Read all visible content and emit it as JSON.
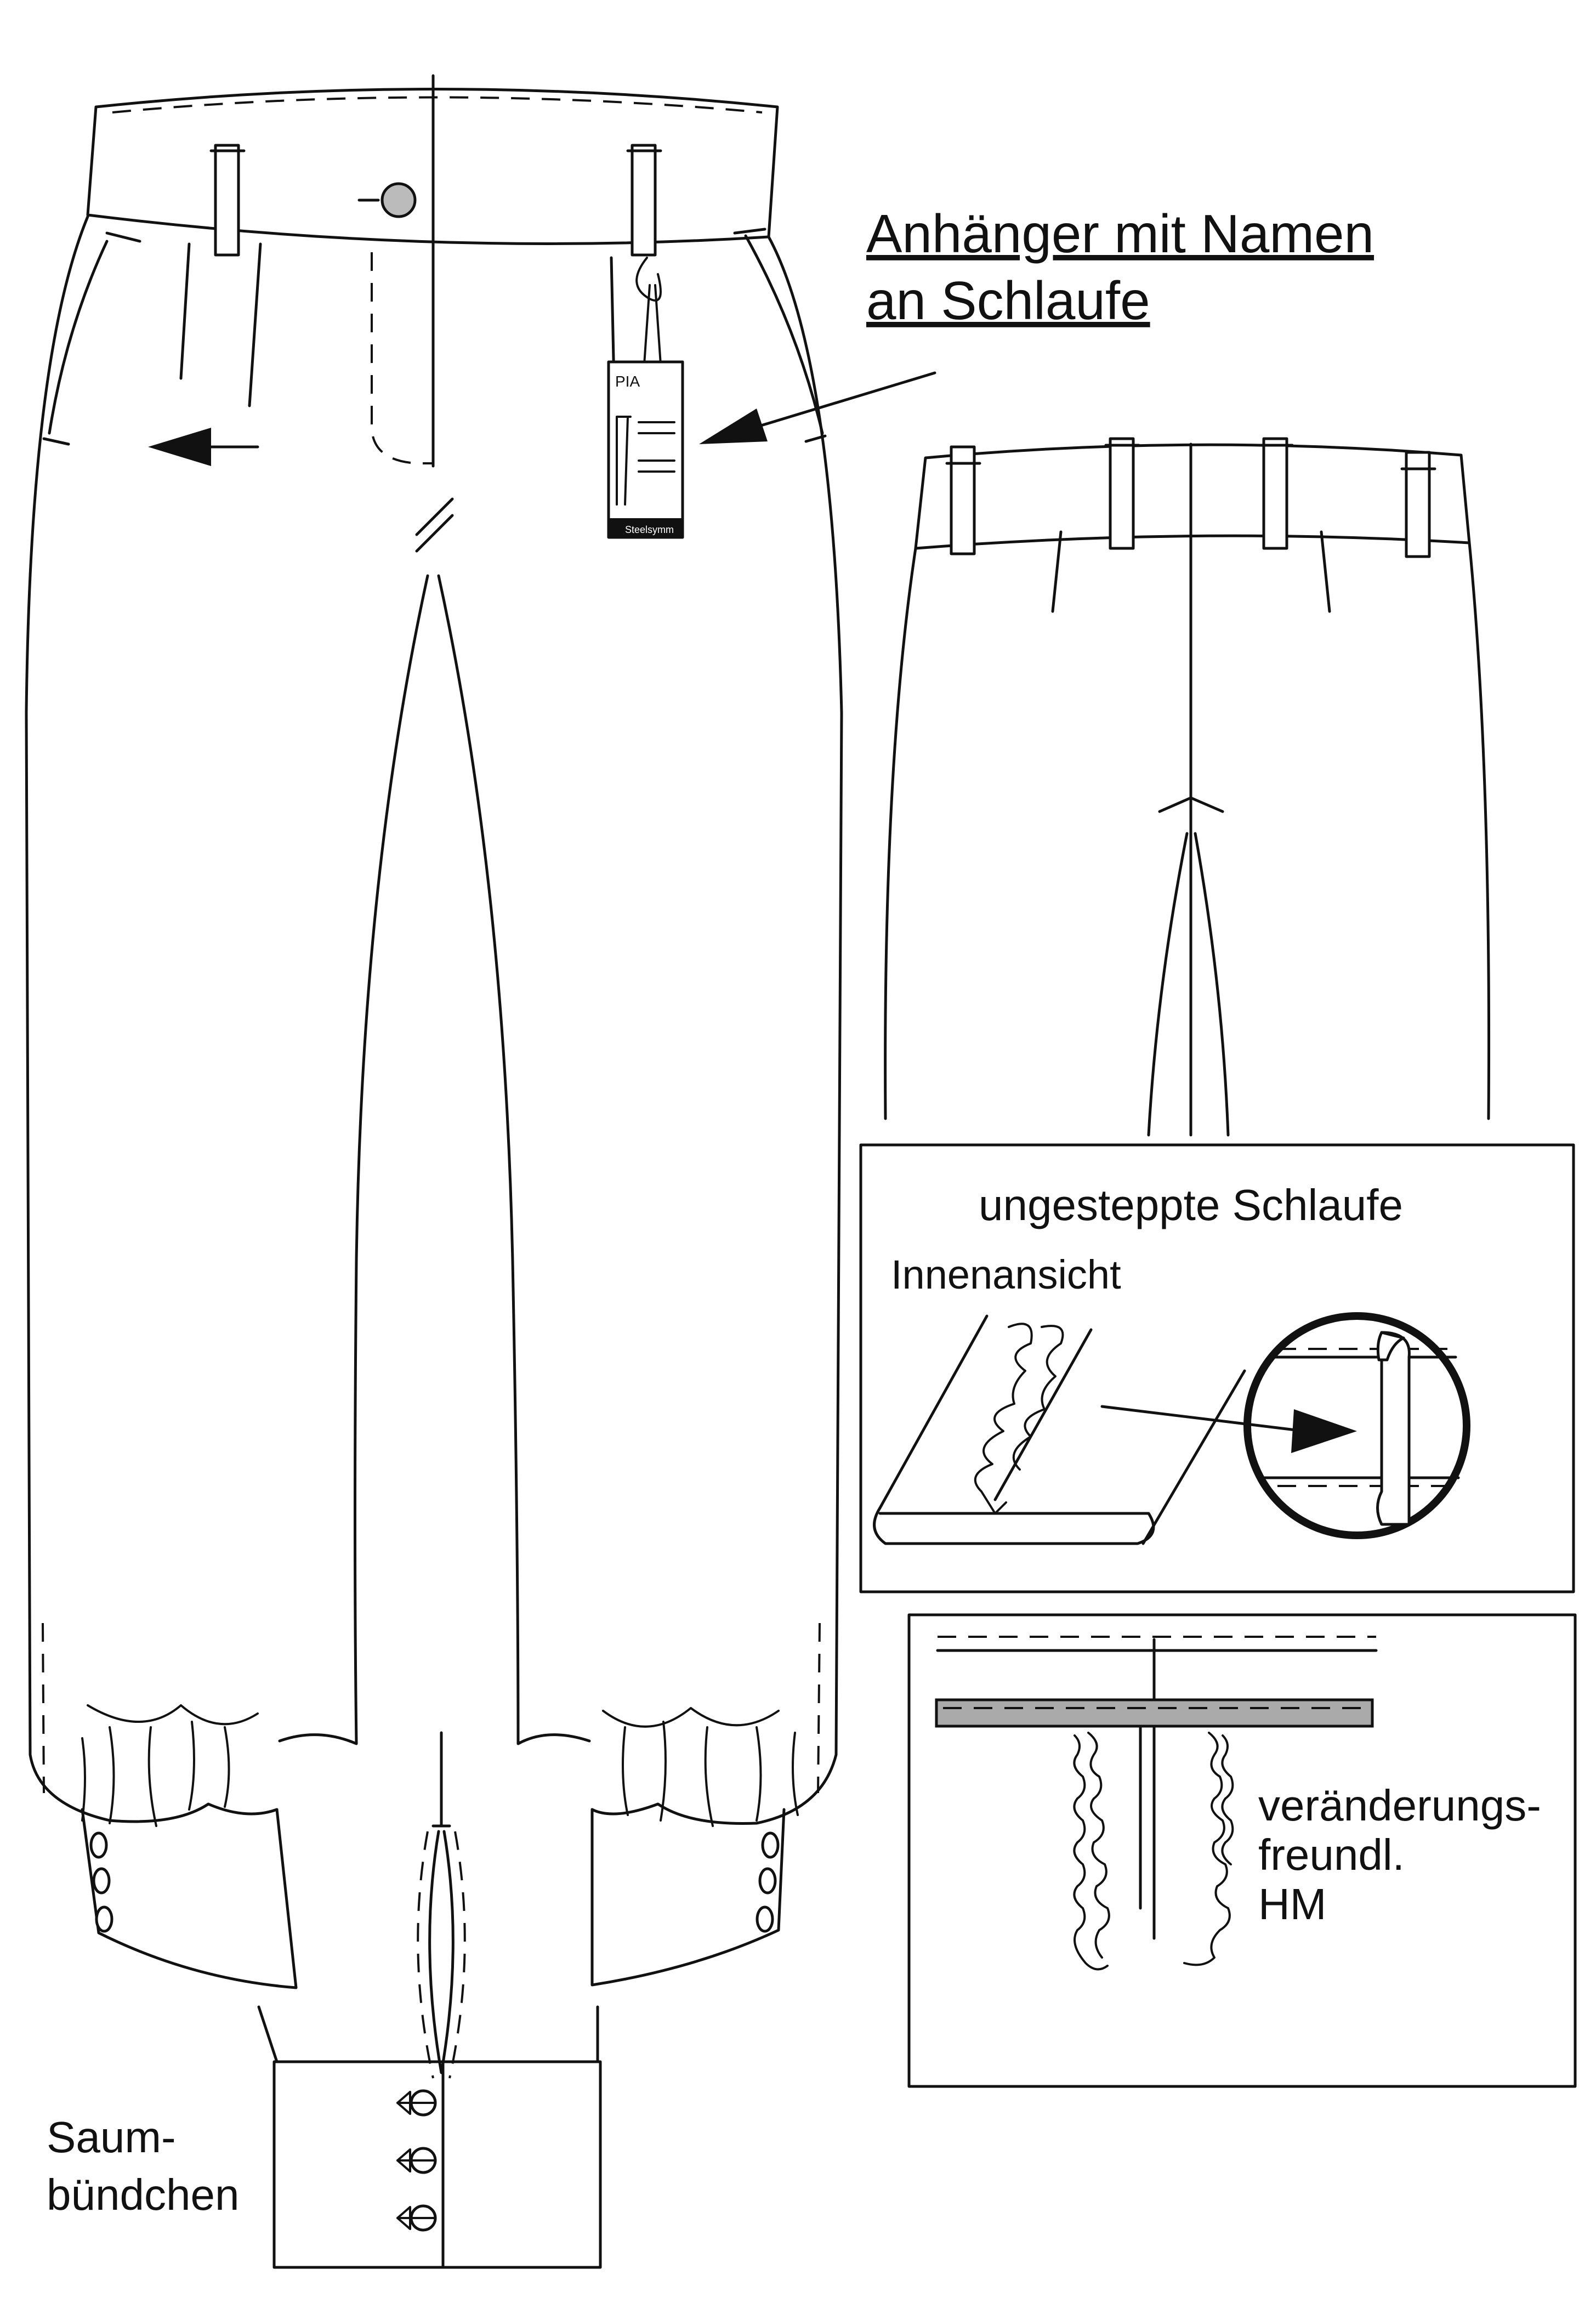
{
  "labels": {
    "tag_callout_line1": "Anhänger mit Namen",
    "tag_callout_line2": "an Schlaufe",
    "loop_box_title": "ungesteppte Schlaufe",
    "loop_box_subtitle": "Innenansicht",
    "seam_note_line1": "veränderungs-",
    "seam_note_line2": "freundl.",
    "seam_note_line3": "HM",
    "cuff_line1": "Saum-",
    "cuff_line2": "bündchen"
  },
  "hang_tag": {
    "brand": "PIA",
    "footer": "Steelsymm"
  },
  "colors": {
    "line": "#111111",
    "background": "#ffffff",
    "waistband_fill": "#aaaaaa",
    "button_fill": "#bbbbbb"
  }
}
